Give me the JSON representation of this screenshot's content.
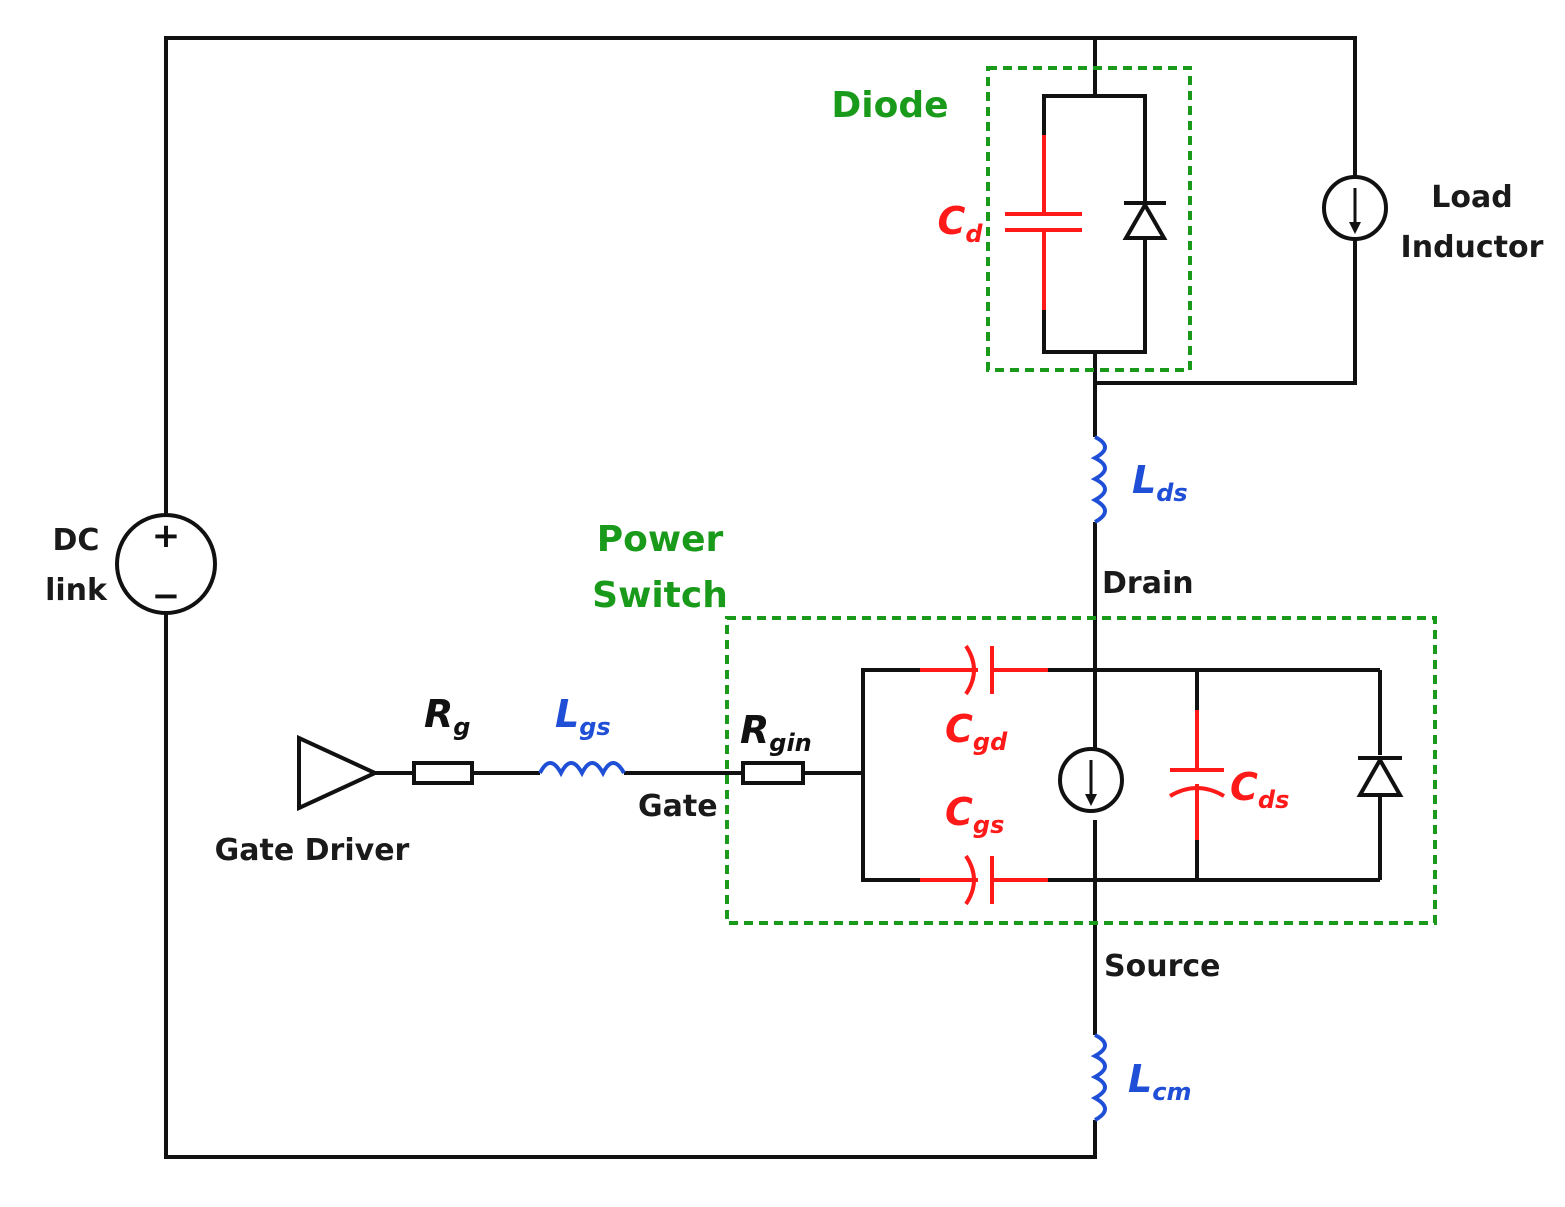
{
  "colors": {
    "wire": "#111111",
    "parasitic_capacitance": "#ff1a1a",
    "parasitic_inductance": "#1f4fd6",
    "block_outline": "#1a9a1a"
  },
  "labels": {
    "diode_group": "Diode",
    "power_switch_line1": "Power",
    "power_switch_line2": "Switch",
    "load_line1": "Load",
    "load_line2": "Inductor",
    "dc_link_line1": "DC",
    "dc_link_line2": "link",
    "gate_driver": "Gate Driver",
    "gate": "Gate",
    "drain": "Drain",
    "source": "Source"
  },
  "components": {
    "cd": {
      "symbol": "C",
      "sub": "d"
    },
    "lds": {
      "symbol": "L",
      "sub": "ds"
    },
    "rg": {
      "symbol": "R",
      "sub": "g"
    },
    "lgs": {
      "symbol": "L",
      "sub": "gs"
    },
    "rgin": {
      "symbol": "R",
      "sub": "gin"
    },
    "cgd": {
      "symbol": "C",
      "sub": "gd"
    },
    "cgs": {
      "symbol": "C",
      "sub": "gs"
    },
    "cds": {
      "symbol": "C",
      "sub": "ds"
    },
    "lcm": {
      "symbol": "L",
      "sub": "cm"
    }
  },
  "dc_source": {
    "plus": "+",
    "minus": "−"
  }
}
